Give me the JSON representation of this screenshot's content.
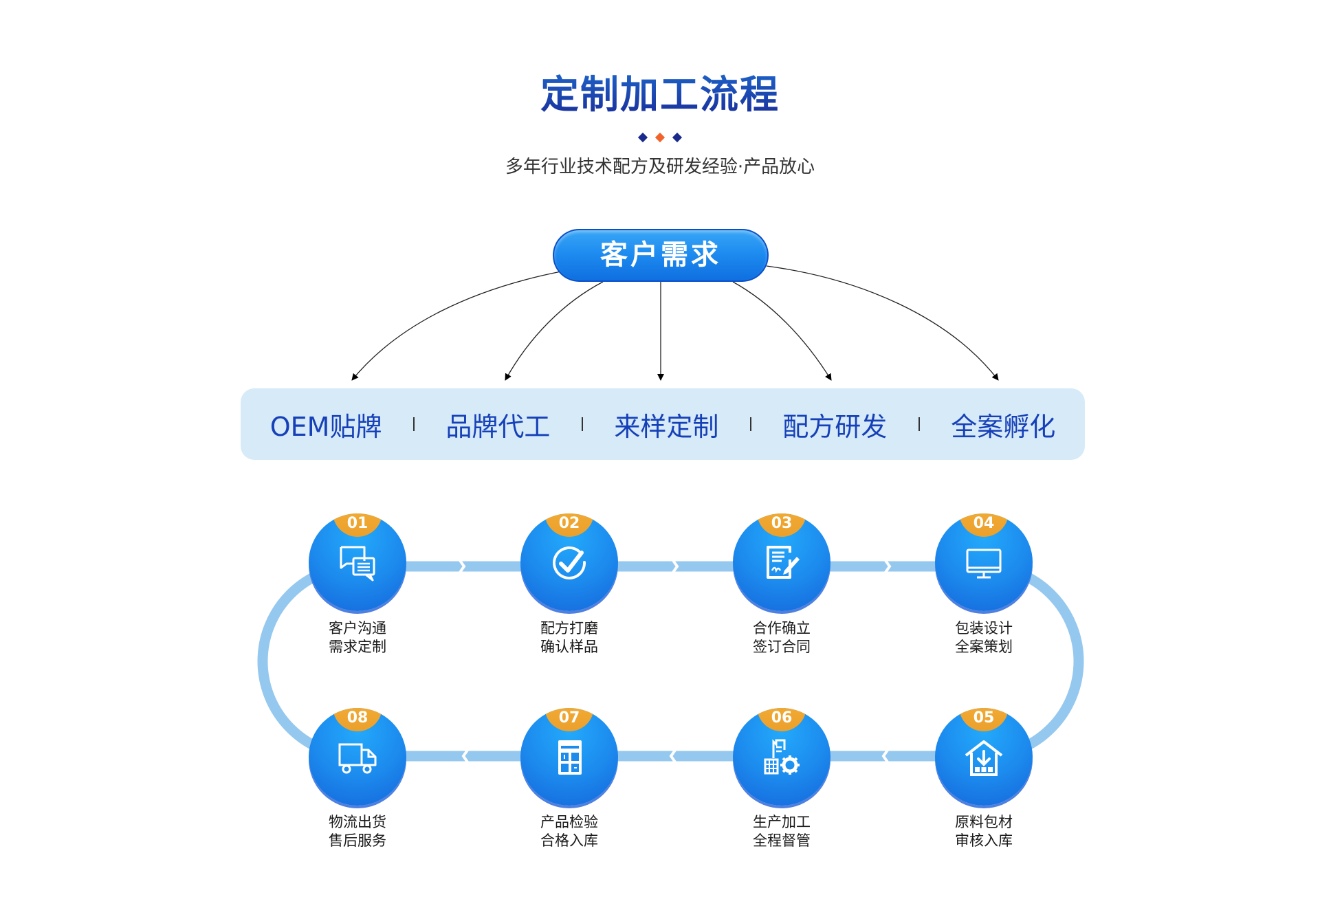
{
  "header": {
    "title": "定制加工流程",
    "subtitle": "多年行业技术配方及研发经验·产品放心",
    "diamond_colors": [
      "#1a2a8c",
      "#f2632a",
      "#1a2a8c"
    ]
  },
  "root_node": {
    "label": "客户需求"
  },
  "services": [
    {
      "label": "OEM贴牌"
    },
    {
      "label": "品牌代工"
    },
    {
      "label": "来样定制"
    },
    {
      "label": "配方研发"
    },
    {
      "label": "全案孵化"
    }
  ],
  "steps": [
    {
      "num": "01",
      "icon": "chat-icon",
      "line1": "客户沟通",
      "line2": "需求定制"
    },
    {
      "num": "02",
      "icon": "check-circle-icon",
      "line1": "配方打磨",
      "line2": "确认样品"
    },
    {
      "num": "03",
      "icon": "contract-sign-icon",
      "line1": "合作确立",
      "line2": "签订合同"
    },
    {
      "num": "04",
      "icon": "monitor-icon",
      "line1": "包装设计",
      "line2": "全案策划"
    },
    {
      "num": "05",
      "icon": "warehouse-icon",
      "line1": "原料包材",
      "line2": "审核入库"
    },
    {
      "num": "06",
      "icon": "factory-gear-icon",
      "line1": "生产加工",
      "line2": "全程督管"
    },
    {
      "num": "07",
      "icon": "calculator-icon",
      "line1": "产品检验",
      "line2": "合格入库"
    },
    {
      "num": "08",
      "icon": "truck-icon",
      "line1": "物流出货",
      "line2": "售后服务"
    }
  ],
  "colors": {
    "title": "#1a3ca8",
    "band_bg": "#d6eaf8",
    "band_text": "#1640b8",
    "track": "#95c8ef",
    "badge": "#f2a830",
    "step_blue": "#1c8bee"
  }
}
